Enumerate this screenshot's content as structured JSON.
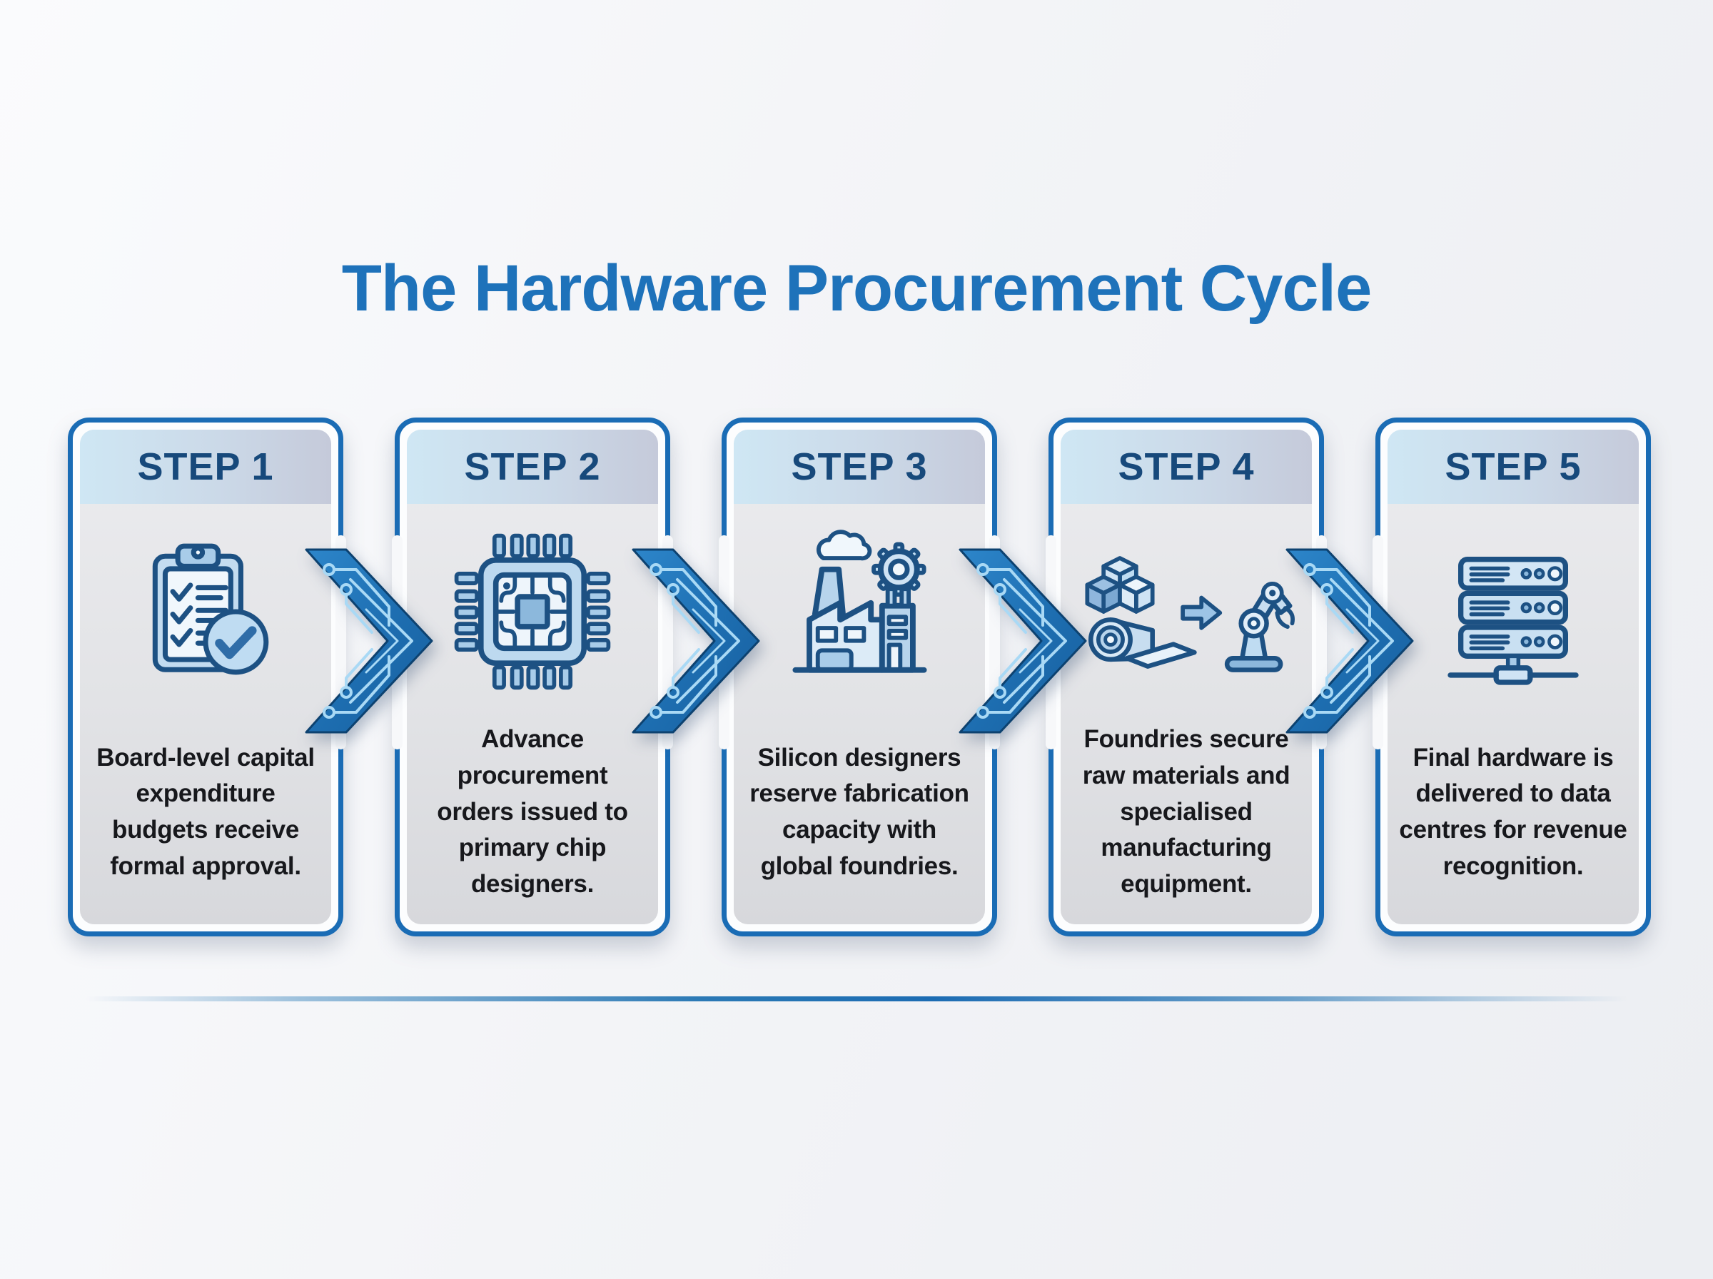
{
  "title": "The Hardware Procurement Cycle",
  "colors": {
    "title_blue": "#1e72ba",
    "card_border": "#1a6cb5",
    "step_label": "#17497b",
    "header_gradient_left": "#cfe7f4",
    "header_gradient_right": "#c5cada",
    "card_body_gray": "#e2e3e6",
    "arrow_fill": "#1e6fb2",
    "circuit_trace": "#a9d9f5",
    "description_text": "#17181c",
    "divider_blue": "#1c6cb3",
    "icon_outline": "#1d5183"
  },
  "steps": [
    {
      "label": "STEP 1",
      "icon": "clipboard-checklist-icon",
      "description": "Board-level capital\nexpenditure\nbudgets receive\nformal approval."
    },
    {
      "label": "STEP 2",
      "icon": "cpu-chip-icon",
      "description": "Advance\nprocurement\norders issued to\nprimary chip\ndesigners."
    },
    {
      "label": "STEP 3",
      "icon": "factory-gear-icon",
      "description": "Silicon designers\nreserve fabrication\ncapacity with\nglobal foundries."
    },
    {
      "label": "STEP 4",
      "icon": "raw-materials-robot-arm-icon",
      "description": "Foundries secure\nraw materials and\nspecialised\nmanufacturing\nequipment."
    },
    {
      "label": "STEP 5",
      "icon": "server-rack-icon",
      "description": "Final hardware is\ndelivered to data\ncentres for revenue\nrecognition."
    }
  ],
  "arrows": [
    {
      "name": "circuit-chevron-arrow-1"
    },
    {
      "name": "circuit-chevron-arrow-2"
    },
    {
      "name": "circuit-chevron-arrow-3"
    },
    {
      "name": "circuit-chevron-arrow-4"
    }
  ]
}
